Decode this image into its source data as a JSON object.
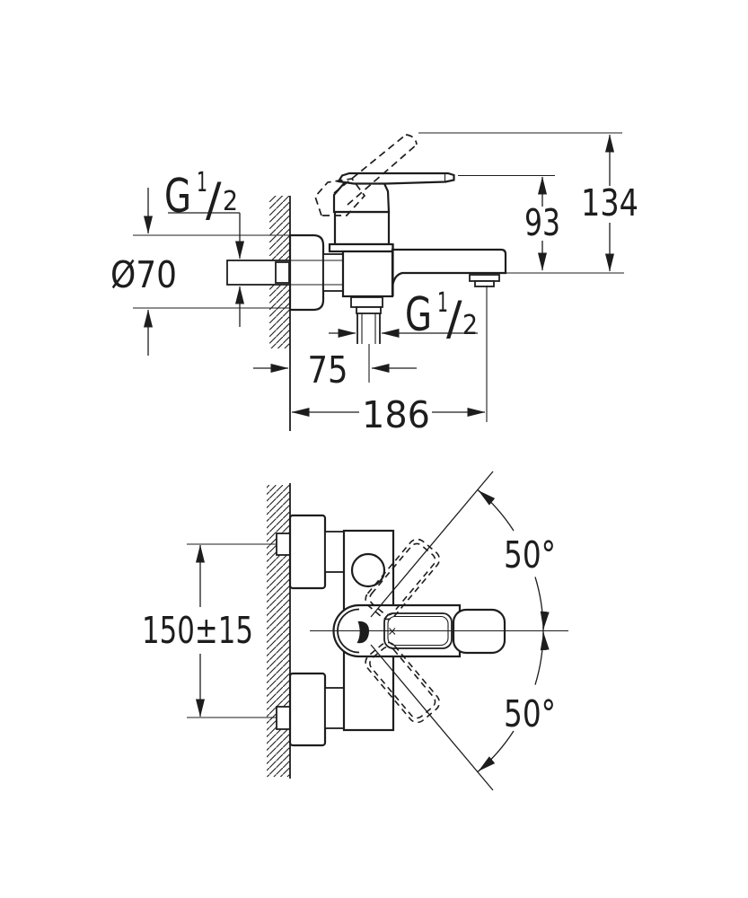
{
  "colors": {
    "line": "#1d1d1d",
    "background": "#ffffff"
  },
  "labels": {
    "side_view": {
      "thread_wall": {
        "prefix": "G",
        "numerator": "1",
        "slash": "/",
        "denominator": "2"
      },
      "thread_outlet": {
        "prefix": "G",
        "numerator": "1",
        "slash": "/",
        "denominator": "2"
      },
      "flange_diameter": "Ø70",
      "spout_height": "93",
      "total_height": "134",
      "outlet_offset": "75",
      "spout_reach": "186"
    },
    "front_view": {
      "mount_spacing": "150±15",
      "swing_angle_upper": "50°",
      "swing_angle_lower": "50°"
    }
  }
}
